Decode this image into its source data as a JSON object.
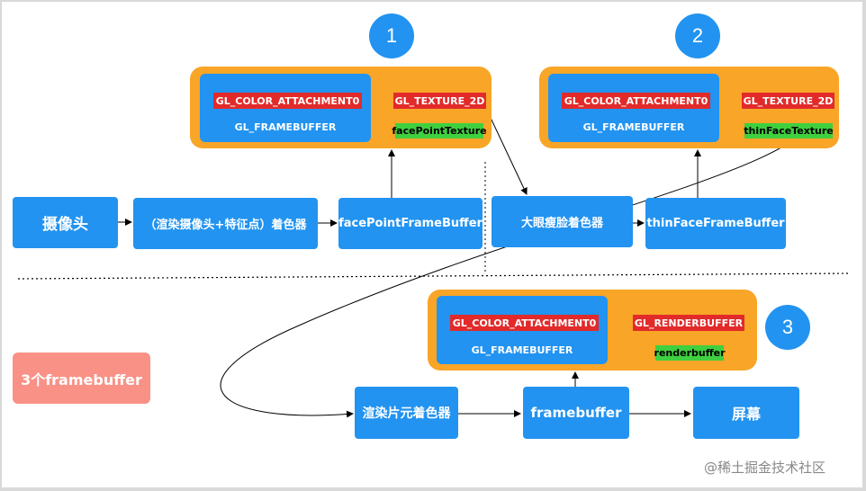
{
  "steps": {
    "one": "1",
    "two": "2",
    "three": "3"
  },
  "group1": {
    "attachment": "GL_COLOR_ATTACHMENT0",
    "texture": "GL_TEXTURE_2D",
    "framebuffer": "GL_FRAMEBUFFER",
    "texture_name": "facePointTexture"
  },
  "group2": {
    "attachment": "GL_COLOR_ATTACHMENT0",
    "texture": "GL_TEXTURE_2D",
    "framebuffer": "GL_FRAMEBUFFER",
    "texture_name": "thinFaceTexture"
  },
  "group3": {
    "attachment": "GL_COLOR_ATTACHMENT0",
    "renderbuffer_target": "GL_RENDERBUFFER",
    "framebuffer": "GL_FRAMEBUFFER",
    "renderbuffer_name": "renderbuffer"
  },
  "nodes": {
    "camera": "摄像头",
    "render_shader": "（渲染摄像头+特征点）着色器",
    "face_point_fb": "facePointFrameBuffer",
    "thin_face_shader": "大眼瘦脸着色器",
    "thin_face_fb": "thinFaceFrameBuffer",
    "fragment_shader": "渲染片元着色器",
    "framebuffer": "framebuffer",
    "screen": "屏幕"
  },
  "note": "3个framebuffer",
  "watermark": "@稀土掘金技术社区",
  "colors": {
    "node_blue": "#2293f0",
    "group_orange": "#f9a527",
    "attachment_red": "#e22a2a",
    "texture_green": "#3fcf3f",
    "note_pink": "#f99186"
  }
}
